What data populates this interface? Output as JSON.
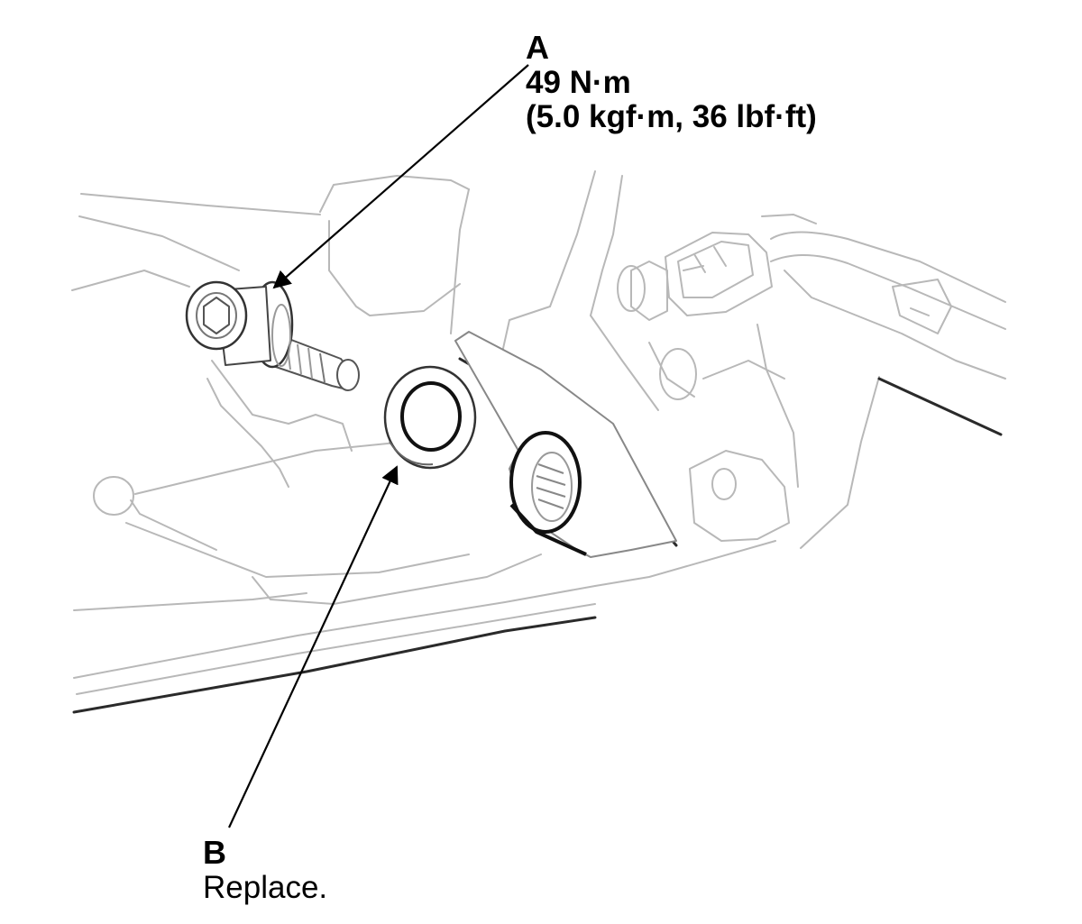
{
  "callouts": {
    "a": {
      "letter": "A",
      "torque_nm": "49 N·m",
      "torque_alt": "(5.0 kgf·m, 36 lbf·ft)"
    },
    "b": {
      "letter": "B",
      "note": "Replace."
    }
  },
  "colors": {
    "background": "#ffffff",
    "outline_light": "#b8b8b8",
    "outline_dark": "#2a2a2a",
    "leader": "#000000"
  },
  "parts": {
    "a": "flange-bolt",
    "b": "sealing-washer"
  }
}
